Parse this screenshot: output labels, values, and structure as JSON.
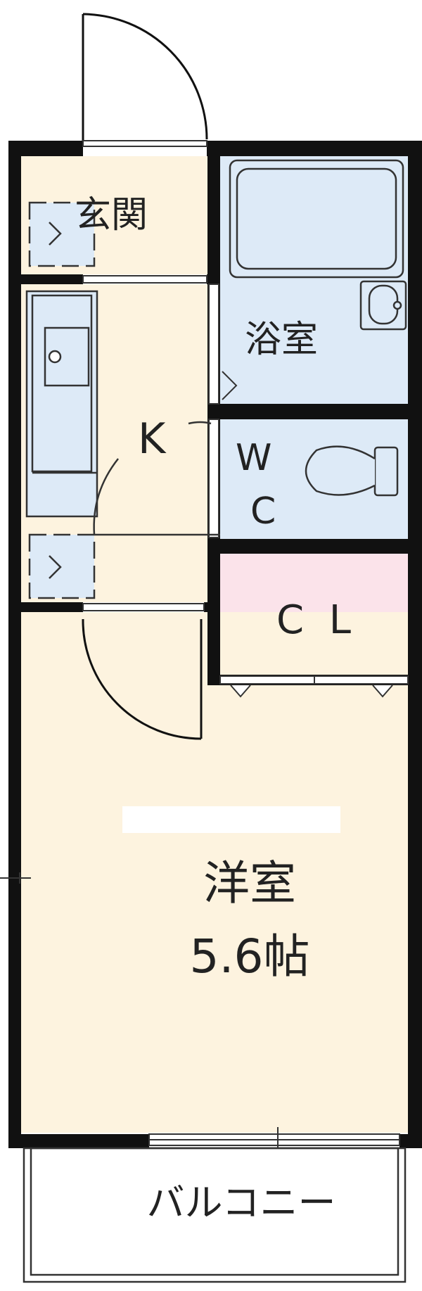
{
  "floorplan": {
    "rooms": {
      "genkan": "玄関",
      "bath": "浴室",
      "kitchen": "K",
      "wc_line1": "W",
      "wc_line2": "C",
      "closet": "C  L",
      "western_room": "洋室",
      "western_room_size": "5.6帖",
      "balcony": "バルコニー"
    },
    "colors": {
      "wall": "#111111",
      "floor_beige": "#fdf3df",
      "wet_blue": "#ddeaf7",
      "closet_pink": "#fbe3ea",
      "line": "#333333"
    }
  }
}
